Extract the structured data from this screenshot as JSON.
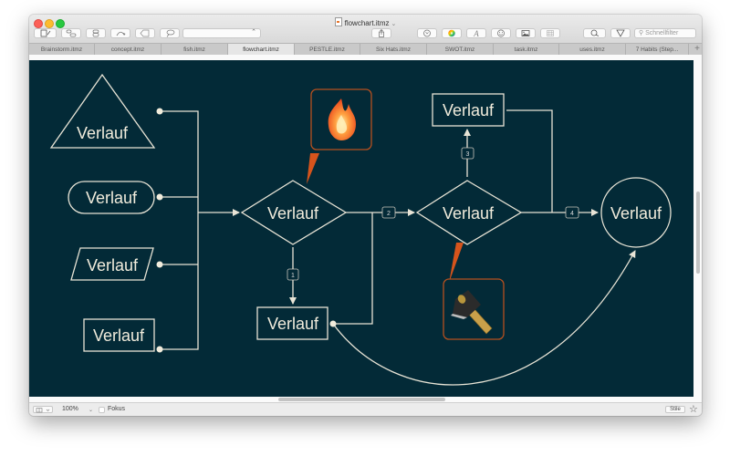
{
  "window": {
    "title": "flowchart.itmz",
    "title_chevron": "⌄"
  },
  "toolbar": {
    "left_buttons": [
      {
        "name": "new-topic-button",
        "icon": "new-topic-icon"
      },
      {
        "name": "add-subtopic-button",
        "icon": "subtopic-icon"
      },
      {
        "name": "add-floating-topic-button",
        "icon": "floating-topic-icon"
      },
      {
        "name": "relationship-button",
        "icon": "relationship-icon"
      },
      {
        "name": "boundary-button",
        "icon": "boundary-icon"
      },
      {
        "name": "callout-button",
        "icon": "callout-icon"
      }
    ],
    "style_select_value": "",
    "share_icon": "share-icon",
    "right_buttons": [
      {
        "name": "link-button",
        "icon": "link-icon"
      },
      {
        "name": "colors-button",
        "icon": "color-wheel-icon"
      },
      {
        "name": "fonts-button",
        "icon": "font-icon"
      },
      {
        "name": "emoji-button",
        "icon": "emoji-icon"
      },
      {
        "name": "image-button",
        "icon": "image-icon"
      },
      {
        "name": "table-button",
        "icon": "table-icon"
      }
    ],
    "zoom_search_icon": "zoom-search-icon",
    "filter_icon": "filter-icon",
    "search_placeholder": "Schnellfilter"
  },
  "tabs": [
    {
      "label": "Brainstorm.itmz",
      "active": false
    },
    {
      "label": "concept.itmz",
      "active": false
    },
    {
      "label": "fish.itmz",
      "active": false
    },
    {
      "label": "flowchart.itmz",
      "active": true
    },
    {
      "label": "PESTLE.itmz",
      "active": false
    },
    {
      "label": "Six Hats.itmz",
      "active": false
    },
    {
      "label": "SWOT.itmz",
      "active": false
    },
    {
      "label": "task.itmz",
      "active": false
    },
    {
      "label": "uses.itmz",
      "active": false
    },
    {
      "label": "7 Habits (Step...",
      "active": false
    }
  ],
  "tab_add_label": "+",
  "diagram": {
    "background": "#032a37",
    "stroke_color": "#e8e4d6",
    "callout_color": "#d6541c",
    "nodes": [
      {
        "id": "triangle",
        "shape": "triangle",
        "label": "Verlauf"
      },
      {
        "id": "pill",
        "shape": "rounded",
        "label": "Verlauf"
      },
      {
        "id": "parallelogram",
        "shape": "parallelogram",
        "label": "Verlauf"
      },
      {
        "id": "rect-left",
        "shape": "rectangle",
        "label": "Verlauf"
      },
      {
        "id": "diamond-1",
        "shape": "diamond",
        "label": "Verlauf"
      },
      {
        "id": "rect-bottom",
        "shape": "rectangle",
        "label": "Verlauf"
      },
      {
        "id": "diamond-2",
        "shape": "diamond",
        "label": "Verlauf"
      },
      {
        "id": "rect-top",
        "shape": "rectangle",
        "label": "Verlauf"
      },
      {
        "id": "circle",
        "shape": "circle",
        "label": "Verlauf"
      }
    ],
    "edge_labels": [
      "1",
      "2",
      "3",
      "4"
    ],
    "callouts": [
      {
        "id": "fire-callout",
        "icon": "fire-icon"
      },
      {
        "id": "hammer-callout",
        "icon": "hammer-icon"
      }
    ]
  },
  "statusbar": {
    "zoom": "100%",
    "focus_label": "Fokus",
    "focus_checked": false,
    "style_button_label": "Stile"
  }
}
